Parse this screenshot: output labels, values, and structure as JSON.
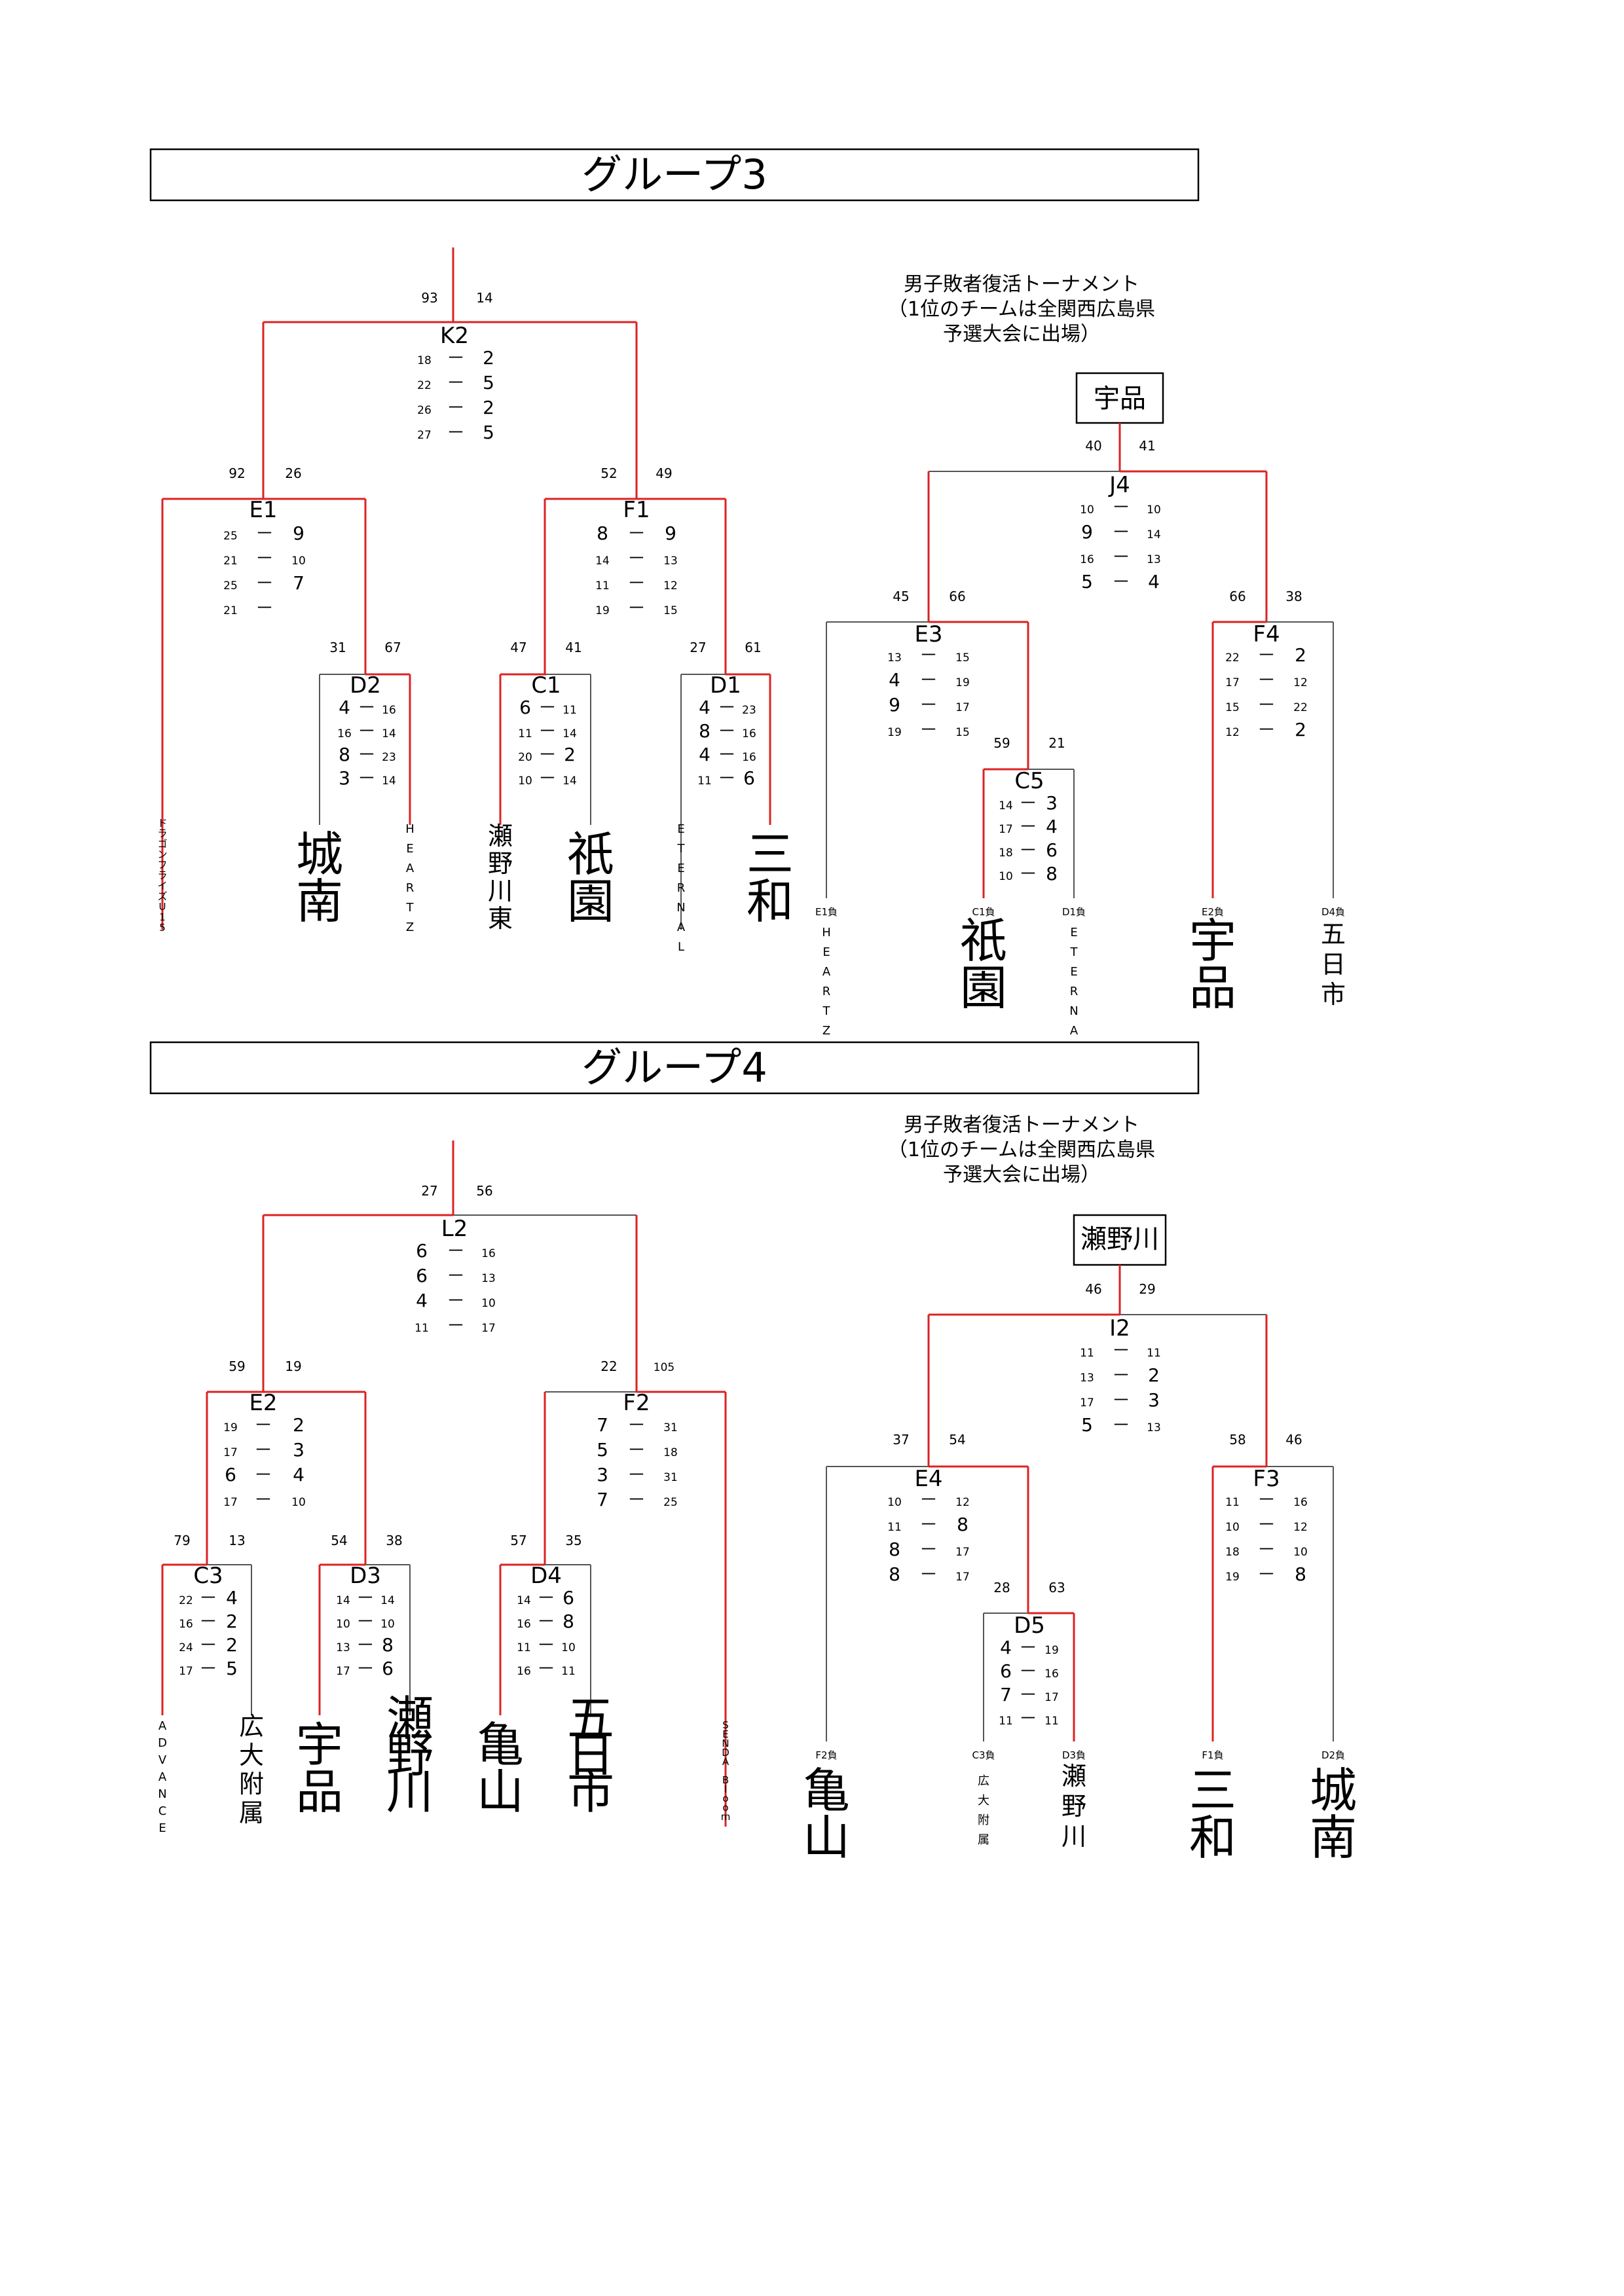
{
  "groups": [
    {
      "title": "グループ3",
      "main": {
        "root_scores": [
          "93",
          "14"
        ],
        "matches": [
          {
            "id": "K2",
            "sets": [
              [
                "18",
                "2"
              ],
              [
                "22",
                "5"
              ],
              [
                "26",
                "2"
              ],
              [
                "27",
                "5"
              ]
            ],
            "side_scores": [
              "92",
              "26",
              "52",
              "49"
            ]
          },
          {
            "id": "E1",
            "sets": [
              [
                "25",
                "9"
              ],
              [
                "21",
                "10"
              ],
              [
                "25",
                "7"
              ],
              [
                "21",
                ""
              ]
            ]
          },
          {
            "id": "F1",
            "sets": [
              [
                "8",
                "9"
              ],
              [
                "14",
                "13"
              ],
              [
                "11",
                "12"
              ],
              [
                "19",
                "15"
              ]
            ]
          },
          {
            "id": "D2",
            "sets": [
              [
                "4",
                "16"
              ],
              [
                "16",
                "14"
              ],
              [
                "8",
                "23"
              ],
              [
                "3",
                "14"
              ]
            ],
            "top_scores": [
              "31",
              "67"
            ]
          },
          {
            "id": "C1",
            "sets": [
              [
                "6",
                "11"
              ],
              [
                "11",
                "14"
              ],
              [
                "20",
                "2"
              ],
              [
                "10",
                "14"
              ]
            ],
            "top_scores": [
              "47",
              "41"
            ]
          },
          {
            "id": "D1",
            "sets": [
              [
                "4",
                "23"
              ],
              [
                "8",
                "16"
              ],
              [
                "4",
                "16"
              ],
              [
                "11",
                "6"
              ]
            ],
            "top_scores": [
              "27",
              "61"
            ]
          }
        ],
        "teams": [
          "ドラゴンフライズU15",
          "城南",
          "HEARTZ",
          "瀬野川東",
          "祇園",
          "ETERNAL",
          "三和"
        ]
      },
      "consolation": {
        "note_lines": [
          "男子敗者復活トーナメント",
          "（1位のチームは全関西広島県",
          "予選大会に出場）"
        ],
        "winner": "宇品",
        "root_scores": [
          "40",
          "41"
        ],
        "matches": [
          {
            "id": "J4",
            "sets": [
              [
                "10",
                "10"
              ],
              [
                "9",
                "14"
              ],
              [
                "16",
                "13"
              ],
              [
                "5",
                "4"
              ]
            ],
            "side_scores": [
              "45",
              "66",
              "66",
              "38"
            ]
          },
          {
            "id": "E3",
            "sets": [
              [
                "13",
                "15"
              ],
              [
                "4",
                "19"
              ],
              [
                "9",
                "17"
              ],
              [
                "19",
                "15"
              ]
            ]
          },
          {
            "id": "F4",
            "sets": [
              [
                "22",
                "2"
              ],
              [
                "17",
                "12"
              ],
              [
                "15",
                "22"
              ],
              [
                "12",
                "2"
              ]
            ]
          },
          {
            "id": "C5",
            "sets": [
              [
                "14",
                "3"
              ],
              [
                "17",
                "4"
              ],
              [
                "18",
                "6"
              ],
              [
                "10",
                "8"
              ]
            ],
            "top_scores": [
              "59",
              "21"
            ]
          }
        ],
        "slots": [
          "E1負",
          "C1負",
          "D1負",
          "E2負",
          "D4負"
        ],
        "teams": [
          "HEARTZ",
          "祇園",
          "ETERNAL",
          "宇品",
          "五日市"
        ]
      }
    },
    {
      "title": "グループ4",
      "main": {
        "root_scores": [
          "27",
          "56"
        ],
        "matches": [
          {
            "id": "L2",
            "sets": [
              [
                "6",
                "16"
              ],
              [
                "6",
                "13"
              ],
              [
                "4",
                "10"
              ],
              [
                "11",
                "17"
              ]
            ],
            "side_scores": [
              "59",
              "19",
              "22",
              "105"
            ]
          },
          {
            "id": "E2",
            "sets": [
              [
                "19",
                "2"
              ],
              [
                "17",
                "3"
              ],
              [
                "6",
                "4"
              ],
              [
                "17",
                "10"
              ]
            ],
            "sub_scores": [
              "79",
              "13",
              "54",
              "38"
            ]
          },
          {
            "id": "F2",
            "sets": [
              [
                "7",
                "31"
              ],
              [
                "5",
                "18"
              ],
              [
                "3",
                "31"
              ],
              [
                "7",
                "25"
              ]
            ],
            "sub_scores": [
              "57",
              "35"
            ]
          },
          {
            "id": "C3",
            "sets": [
              [
                "22",
                "4"
              ],
              [
                "16",
                "2"
              ],
              [
                "24",
                "2"
              ],
              [
                "17",
                "5"
              ]
            ]
          },
          {
            "id": "D3",
            "sets": [
              [
                "14",
                "14"
              ],
              [
                "10",
                "10"
              ],
              [
                "13",
                "8"
              ],
              [
                "17",
                "6"
              ]
            ]
          },
          {
            "id": "D4",
            "sets": [
              [
                "14",
                "6"
              ],
              [
                "16",
                "8"
              ],
              [
                "11",
                "10"
              ],
              [
                "16",
                "11"
              ]
            ]
          }
        ],
        "teams": [
          "ADVANCE",
          "広大附属",
          "宇品",
          "瀬野川",
          "亀山",
          "五日市",
          "SENDA Bloom"
        ]
      },
      "consolation": {
        "note_lines": [
          "男子敗者復活トーナメント",
          "（1位のチームは全関西広島県",
          "予選大会に出場）"
        ],
        "winner": "瀬野川",
        "root_scores": [
          "46",
          "29"
        ],
        "matches": [
          {
            "id": "I2",
            "sets": [
              [
                "11",
                "11"
              ],
              [
                "13",
                "2"
              ],
              [
                "17",
                "3"
              ],
              [
                "5",
                "13"
              ]
            ],
            "side_scores": [
              "37",
              "54",
              "58",
              "46"
            ]
          },
          {
            "id": "E4",
            "sets": [
              [
                "10",
                "12"
              ],
              [
                "11",
                "8"
              ],
              [
                "8",
                "17"
              ],
              [
                "8",
                "17"
              ]
            ]
          },
          {
            "id": "F3",
            "sets": [
              [
                "11",
                "16"
              ],
              [
                "10",
                "12"
              ],
              [
                "18",
                "10"
              ],
              [
                "19",
                "8"
              ]
            ]
          },
          {
            "id": "D5",
            "sets": [
              [
                "4",
                "19"
              ],
              [
                "6",
                "16"
              ],
              [
                "7",
                "17"
              ],
              [
                "11",
                "11"
              ]
            ],
            "top_scores": [
              "28",
              "63"
            ]
          }
        ],
        "slots": [
          "F2負",
          "C3負",
          "D3負",
          "F1負",
          "D2負"
        ],
        "teams": [
          "亀山",
          "広大附属",
          "瀬野川",
          "三和",
          "城南"
        ]
      }
    }
  ]
}
